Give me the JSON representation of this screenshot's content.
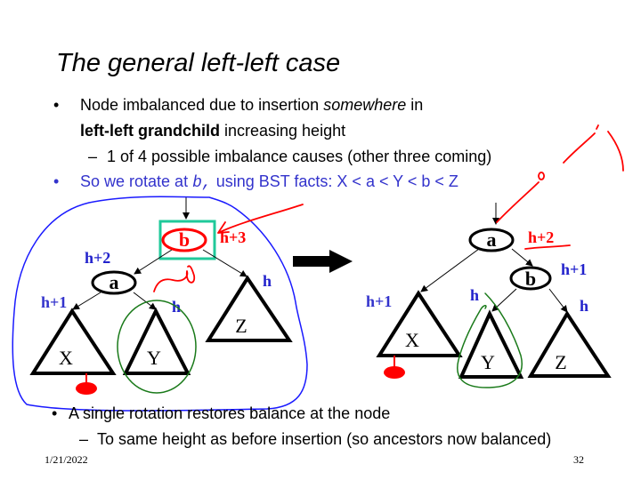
{
  "title": "The general left-left case",
  "bullets": [
    {
      "line1_pre": "Node imbalanced due to insertion ",
      "line1_em": "somewhere",
      "line1_post": " in",
      "line2_bold": "left-left grandchild",
      "line2_rest": " increasing height"
    },
    {
      "sub": "1 of 4 possible imbalance causes (other three coming)"
    },
    {
      "pre": "So we rotate at ",
      "code": "b,",
      "post": " using BST facts: X < a < Y < b < Z"
    }
  ],
  "bottom_bullets": [
    "A single rotation restores balance at the node",
    "To same height as before insertion (so ancestors now balanced)"
  ],
  "bullet_glyph": "•",
  "dash_glyph": "–",
  "left_tree": {
    "root": "b",
    "root_height": "h+3",
    "child": "a",
    "child_height": "h+2",
    "subtrees": {
      "X": "X",
      "Y": "Y",
      "Z": "Z"
    },
    "x_height": "h+1",
    "y_height": "h",
    "z_height": "h"
  },
  "right_tree": {
    "root": "a",
    "root_height": "h+2",
    "child": "b",
    "child_height": "h+1",
    "subtrees": {
      "X": "X",
      "Y": "Y",
      "Z": "Z"
    },
    "x_height": "h+1",
    "y_height": "h",
    "z_height": "h"
  },
  "footer": {
    "date": "1/21/2022",
    "page": "32"
  },
  "colors": {
    "blue_text": "#3333cc",
    "label_blue": "#2222cc",
    "red": "#ff0000",
    "teal": "#1fc99a",
    "ink_blue": "#1a1aff",
    "ink_green": "#1a7a1a"
  }
}
